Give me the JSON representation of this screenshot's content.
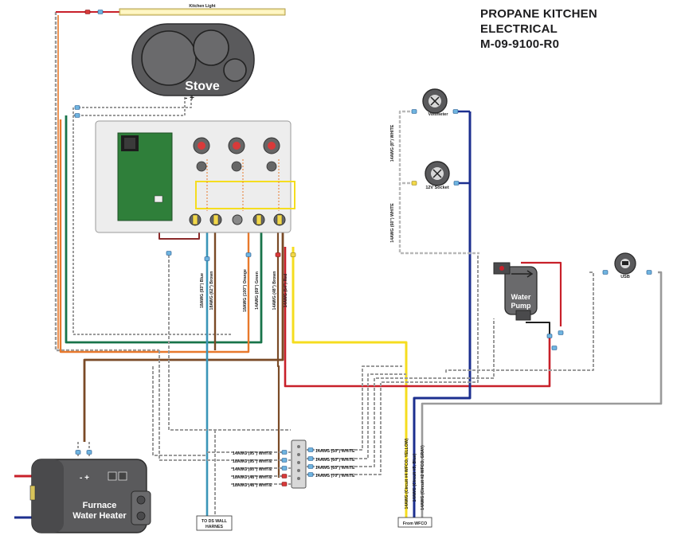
{
  "title": {
    "line1": "PROPANE KITCHEN ELECTRICAL",
    "line2": "M-09-9100-R0"
  },
  "components": {
    "kitchen_light": "Kitchen Light",
    "stove": "Stove",
    "voltmeter": "Voltmeter",
    "socket_12v": "12V Socket",
    "water_pump": [
      "Water",
      "Pump"
    ],
    "usb": "USB",
    "furnace": [
      "Furnace",
      "Water Heater"
    ],
    "ds_wall": [
      "TO DS WALL",
      "HARNES"
    ],
    "from_wfco": "From WFCO",
    "stove_polarity": "- +",
    "furnace_polarity": "- +"
  },
  "wire_labels": {
    "panel": [
      "18AWG (93\") Blue",
      "18AWG (62\") Brown",
      "18AWG (100\") Orange",
      "14AWG (69\") Green",
      "14AWG (48\") Brown",
      "14AWG (54\") Red"
    ],
    "meter_white": "14AWG (8\") WHITE",
    "socket_white": "14AWG (60\") WHITE",
    "harness_left": [
      "14AWG (95\") WHITE",
      "18AWG (95\") WHITE",
      "14AWG (60\") WHITE",
      "18AWG (48\") WHITE",
      "18AWG (48\") WHITE"
    ],
    "harness_right": [
      "14AWG (50\") WHITE",
      "14AWG (60\") WHITE",
      "14AWG (65\") WHITE",
      "14AWG (70\") WHITE"
    ],
    "wfco": [
      "14AWG (Circuit #4 WFCO, YELLOW)",
      "14AWG (Circuit #5, Blue)",
      "14AWG (Circuit #2 WFCO, GRAY)"
    ]
  },
  "colors": {
    "yellow": "#f5dd1f",
    "blue": "#1c2f8f",
    "red": "#c8202a",
    "green": "#18744a",
    "brown": "#7a4a26",
    "orange": "#e8792c",
    "teal": "#3a95b8",
    "gray": "#9a9a9a",
    "maroon": "#8b2a2a",
    "title": "#1d1d1f"
  },
  "icons": [
    "connector-icon",
    "gauge-icon",
    "rocker-switch-icon",
    "led-icon"
  ]
}
